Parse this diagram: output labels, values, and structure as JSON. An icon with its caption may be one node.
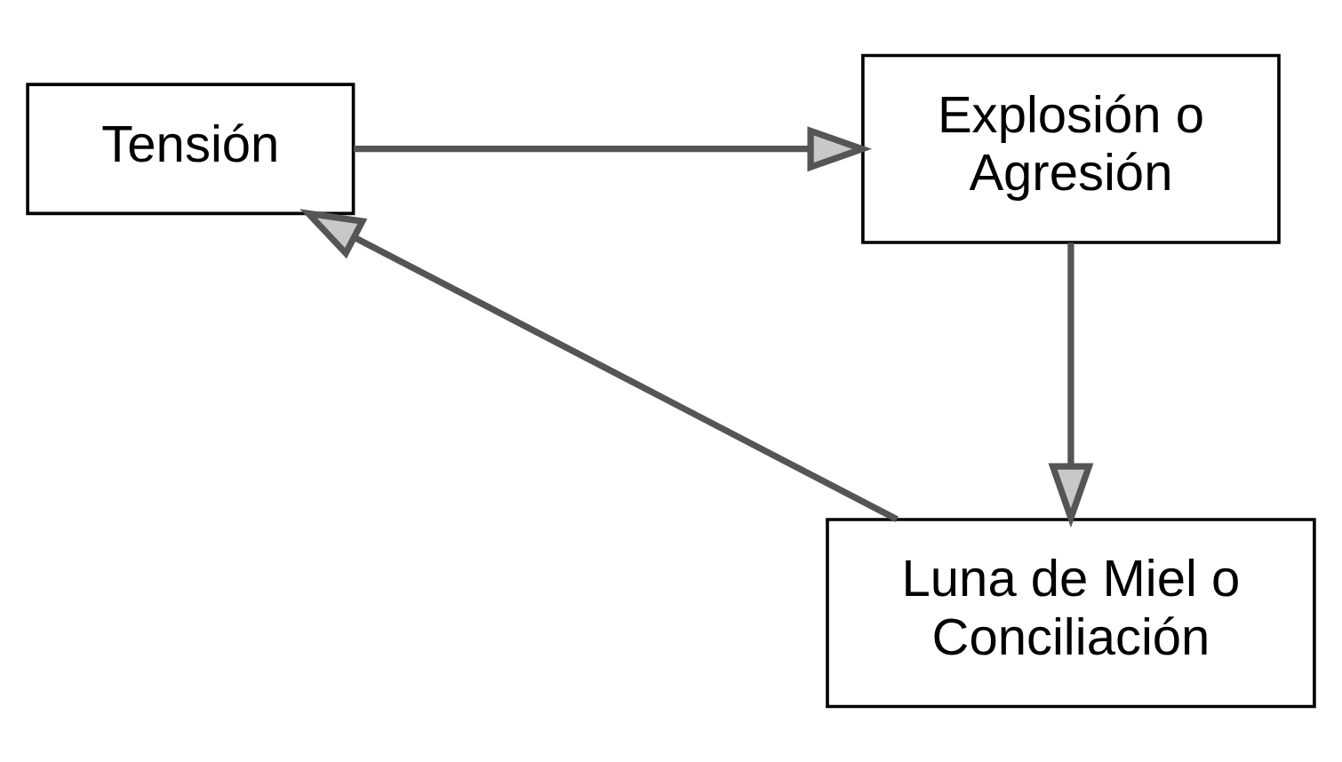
{
  "diagram": {
    "nodes": [
      {
        "text": [
          "Tensión"
        ]
      },
      {
        "text": [
          "Explosión o Agresión"
        ]
      },
      {
        "text": [
          "Luna de Miel o Conciliación"
        ]
      }
    ],
    "edges": [
      {
        "from": 0,
        "to": 1,
        "arrow": "to"
      },
      {
        "from": 1,
        "to": 2,
        "arrow": "to"
      },
      {
        "from": 2,
        "to": 0,
        "arrow": "to"
      }
    ]
  }
}
